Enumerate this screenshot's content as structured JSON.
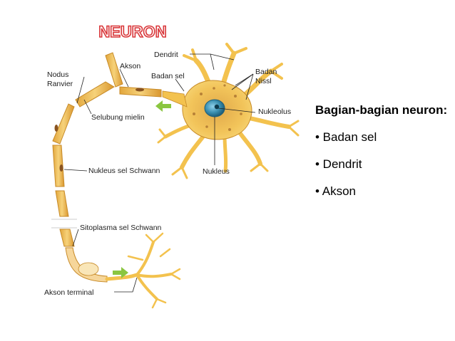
{
  "diagram": {
    "title": "NEURON",
    "labels": {
      "dendrit": "Dendrit",
      "akson": "Akson",
      "nodus": "Nodus",
      "ranvier": "Ranvier",
      "badan_sel": "Badan sel",
      "badan": "Badan",
      "nissl": "Nissl",
      "nukleolus": "Nukleolus",
      "selubung_mielin": "Selubung mielin",
      "nukleus_sel_schwann": "Nukleus sel Schwann",
      "nukleus": "Nukleus",
      "sitoplasma_sel_schwann": "Sitoplasma sel Schwann",
      "akson_terminal": "Akson terminal"
    },
    "colors": {
      "title": "#d9373a",
      "cell": "#f3c24e",
      "cell_dark": "#c78a27",
      "nucleus": "#3a8fb0",
      "arrow": "#8ac640"
    }
  },
  "sidebar": {
    "title": "Bagian-bagian neuron:",
    "items": [
      "• Badan sel",
      "• Dendrit",
      "• Akson"
    ]
  }
}
